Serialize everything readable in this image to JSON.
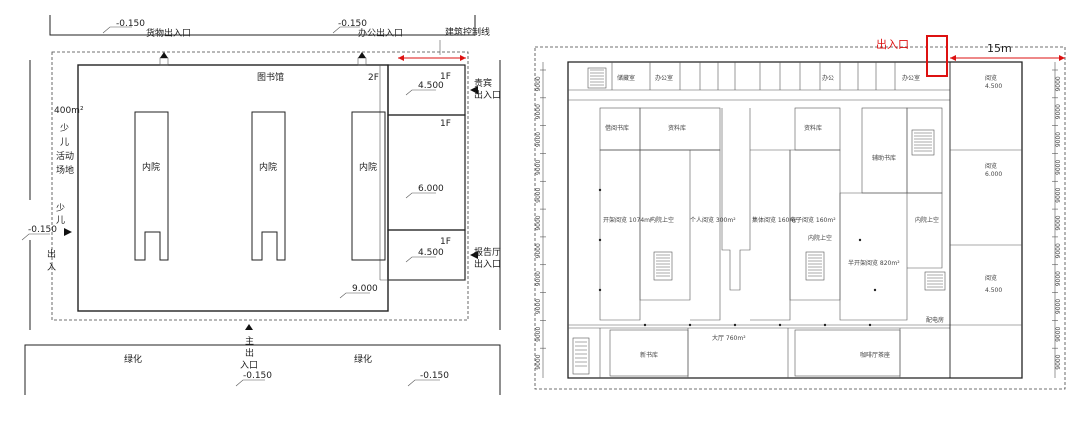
{
  "left_plan": {
    "elevations": {
      "top_left": "-0.150",
      "top_right": "-0.150",
      "left_mid": "-0.150",
      "bottom_left": "-0.150",
      "bottom_right": "-0.150"
    },
    "labels": {
      "cargo_entrance": "货物出入口",
      "office_entrance": "办公出入口",
      "control_line": "建筑控制线",
      "library": "图书馆",
      "floor_2f": "2F",
      "floor_1f_a": "1F",
      "floor_1f_b": "1F",
      "floor_1f_c": "1F",
      "elev_4500_a": "4.500",
      "elev_6000": "6.000",
      "elev_4500_b": "4.500",
      "elev_9000": "9.000",
      "vip_entrance_1": "贵宾",
      "vip_entrance_2": "出入口",
      "report_hall_1": "报告厅",
      "report_hall_2": "出入口",
      "courtyard_1": "内院",
      "courtyard_2": "内院",
      "courtyard_3": "内院",
      "kids_area_1": "400m²",
      "kids_area_2": "少",
      "kids_area_3": "儿",
      "kids_area_4": "活动",
      "kids_area_5": "场地",
      "kids_entrance_1": "少",
      "kids_entrance_2": "儿",
      "kids_entrance_3": "出",
      "kids_entrance_4": "入",
      "main_entrance_1": "主",
      "main_entrance_2": "出",
      "main_entrance_3": "入口",
      "green_left": "绿化",
      "green_right": "绿化"
    }
  },
  "right_plan": {
    "entrance_label": "出入口",
    "distance_label": "15m",
    "row_dims": [
      "9000",
      "9000",
      "9000",
      "9000",
      "9000",
      "9000",
      "9000",
      "9000",
      "9000",
      "9000",
      "9000"
    ],
    "rooms": {
      "r1": "储藏室",
      "r2": "办公室",
      "r3": "办公",
      "r4": "办公室",
      "r5": "阅览",
      "r6": "借阅书库",
      "r7": "资料库",
      "r8": "资料库",
      "r9": "辅助书库",
      "r10": "开架阅览 1074m²",
      "r11": "内院上空",
      "r12": "个人阅览 300m²",
      "r13": "集体阅览 160m²",
      "r14": "电子阅览 160m²",
      "r15": "内院上空",
      "r16": "内院上空",
      "r17": "半开架阅览 820m²",
      "r18": "阅览",
      "r19": "大厅 760m²",
      "r20": "新书库",
      "r21": "咖啡厅茶座",
      "r22": "配电房",
      "r23": "阅览",
      "r24": "4.500",
      "r25": "6.000",
      "r26": "4.500"
    }
  }
}
